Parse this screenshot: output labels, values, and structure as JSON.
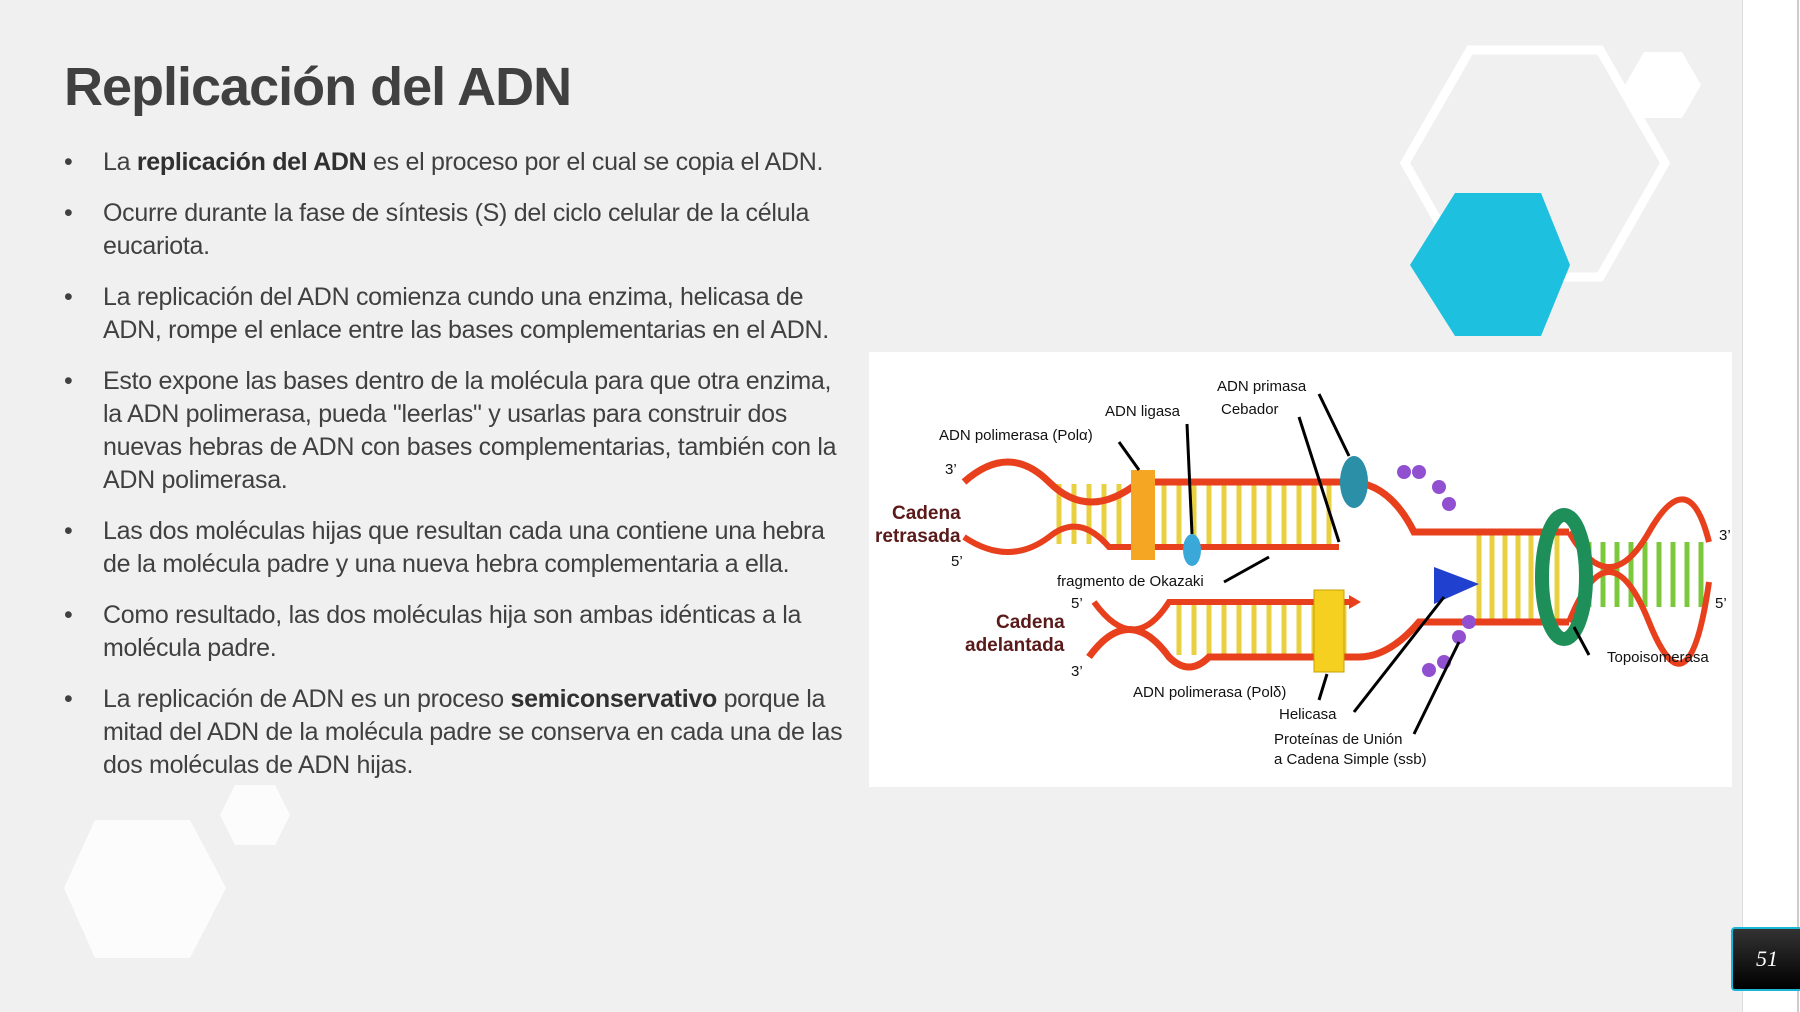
{
  "slide": {
    "title": "Replicación del ADN",
    "page_number": "51",
    "bullets": [
      {
        "before": "La ",
        "bold": "replicación del ADN",
        "after": " es el proceso por el cual se copia el ADN."
      },
      {
        "before": "Ocurre durante la fase de síntesis (S) del ciclo celular de la célula eucariota.",
        "bold": "",
        "after": ""
      },
      {
        "before": "La replicación del ADN comienza cundo una enzima, helicasa de ADN, rompe el enlace entre las bases complementarias en el ADN.",
        "bold": "",
        "after": ""
      },
      {
        "before": "Esto expone las bases dentro de la molécula para que otra enzima, la ADN polimerasa, pueda \"leerlas\" y usarlas para construir dos nuevas hebras de ADN con bases complementarias, también con la ADN polimerasa.",
        "bold": "",
        "after": ""
      },
      {
        "before": "Las dos moléculas hijas que resultan cada una contiene una hebra de la molécula padre y una nueva hebra complementaria a ella.",
        "bold": "",
        "after": ""
      },
      {
        "before": "Como resultado, las dos moléculas hija son ambas idénticas a la molécula padre.",
        "bold": "",
        "after": ""
      },
      {
        "before": "La replicación de ADN es un proceso ",
        "bold": "semiconservativo",
        "after": " porque la mitad del ADN de la molécula padre se conserva en cada una de las dos moléculas de ADN hijas."
      }
    ],
    "bullet_char": "•"
  },
  "diagram": {
    "labels": {
      "primasa": "ADN primasa",
      "cebador": "Cebador",
      "ligasa": "ADN ligasa",
      "pola": "ADN polimerasa (Polα)",
      "three_top": "3’",
      "retrasada1": "Cadena",
      "retrasada2": "retrasada",
      "five_top": "5’",
      "okazaki": "fragmento de Okazaki",
      "five_mid": "5’",
      "adelantada1": "Cadena",
      "adelantada2": "adelantada",
      "three_mid": "3’",
      "right3": "3’",
      "right5": "5’",
      "topo": "Topoisomerasa",
      "pold": "ADN polimerasa (Polδ)",
      "helicasa": "Helicasa",
      "ssb1": "Proteínas de Unión",
      "ssb2": "a Cadena Simple (ssb)"
    }
  },
  "colors": {
    "accent": "#1ec0e0",
    "strand": "#e8401c",
    "base_yellow": "#e8d040",
    "base_green": "#7cc83c"
  }
}
